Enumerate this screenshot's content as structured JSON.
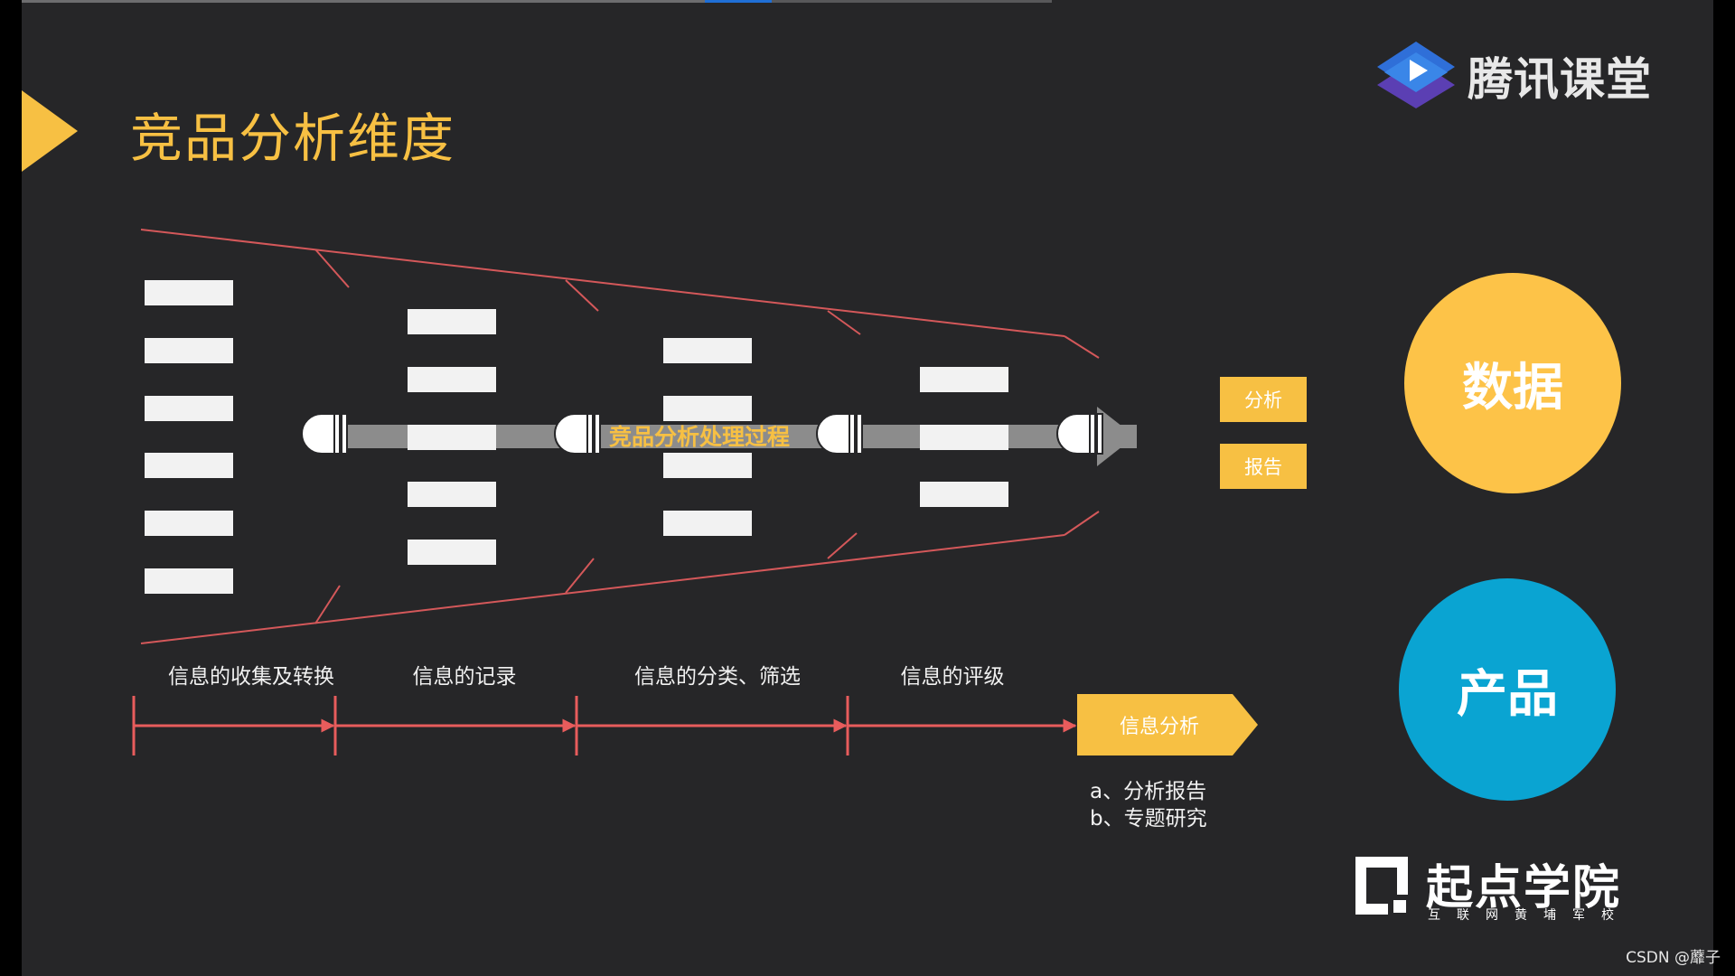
{
  "slide": {
    "title": "竞品分析维度",
    "process_label": "竞品分析处理过程",
    "stages": [
      "信息的收集及转换",
      "信息的记录",
      "信息的分类、筛选",
      "信息的评级"
    ],
    "outputs": [
      "分析",
      "报告"
    ],
    "info_analysis": {
      "label": "信息分析",
      "items": [
        "a、分析报告",
        "b、专题研究"
      ]
    },
    "circles": {
      "data": "数据",
      "product": "产品"
    }
  },
  "branding": {
    "tencent": "腾讯课堂",
    "qidian_name": "起点学院",
    "qidian_slogan": "互联网黄埔军校"
  },
  "watermark": "CSDN @蘼子",
  "colors": {
    "background": "#262628",
    "accent_yellow": "#f7c043",
    "circle_yellow": "#fdc348",
    "circle_blue": "#0aa4d2",
    "funnel_line": "#d4585a",
    "timeline": "#e85c5c"
  },
  "icons": [
    "play-icon",
    "funnel-icon",
    "arrow-right-icon"
  ]
}
